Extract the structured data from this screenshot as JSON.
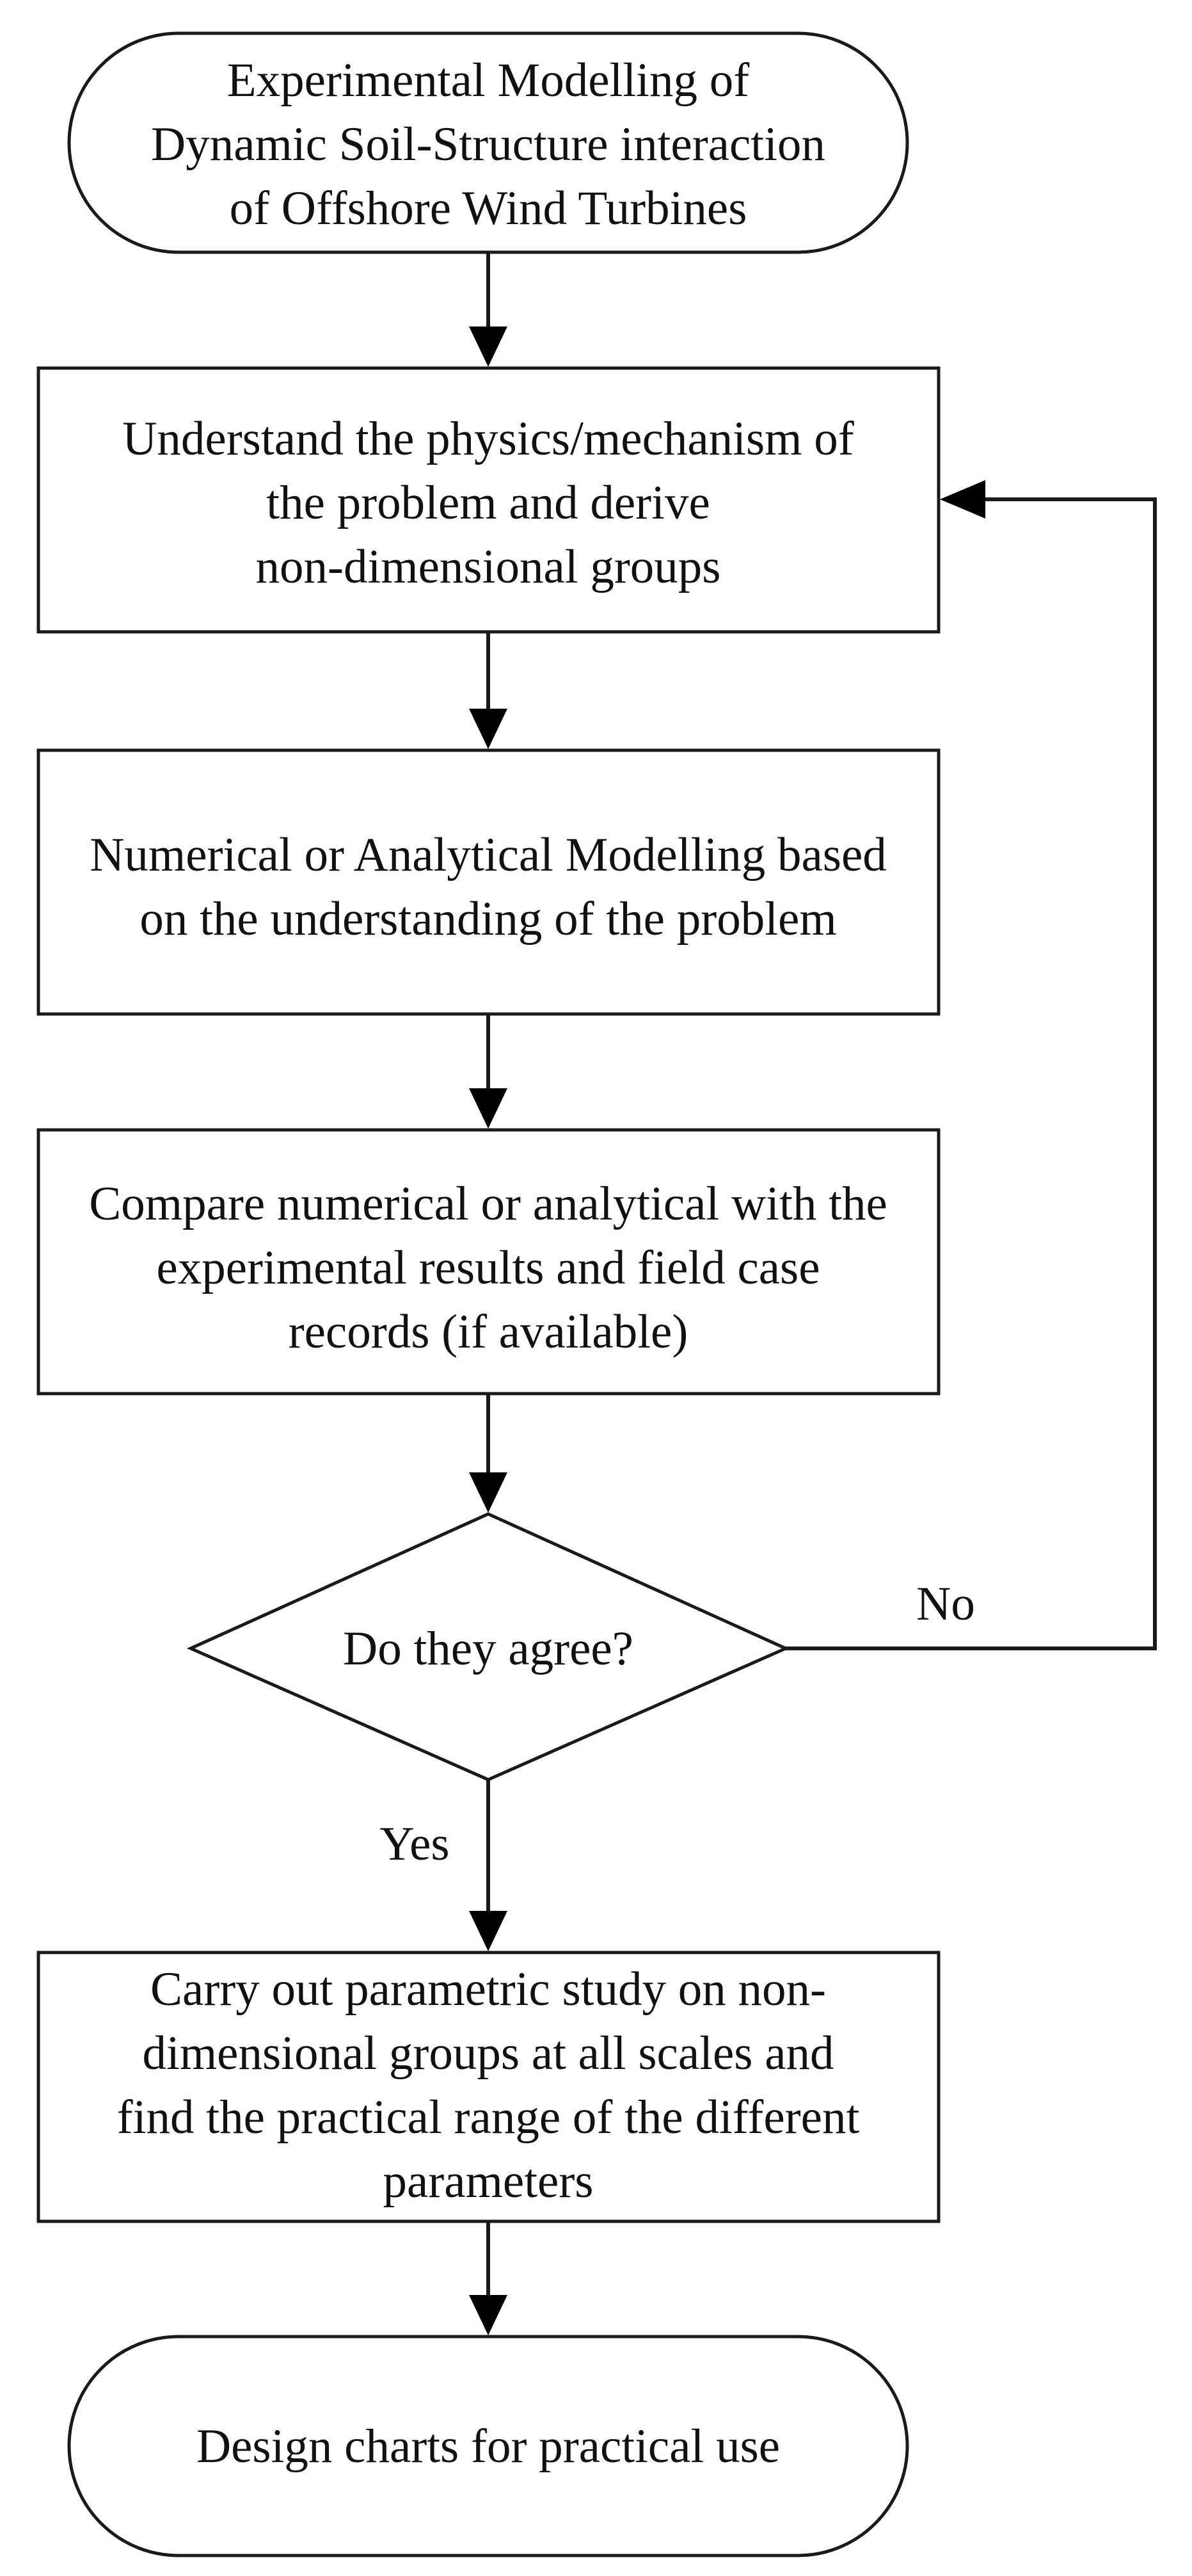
{
  "nodes": {
    "start": {
      "shape": "terminal",
      "lines": [
        "Experimental Modelling of",
        "Dynamic Soil-Structure interaction",
        "of Offshore Wind Turbines"
      ]
    },
    "understand": {
      "shape": "process",
      "lines": [
        "Understand the physics/mechanism of",
        "the problem and derive",
        "non-dimensional groups"
      ]
    },
    "modelling": {
      "shape": "process",
      "lines": [
        "Numerical or Analytical Modelling based",
        "on the understanding of the problem"
      ]
    },
    "compare": {
      "shape": "process",
      "lines": [
        "Compare numerical or analytical with the",
        "experimental results and field case",
        "records (if available)"
      ]
    },
    "decision": {
      "shape": "decision",
      "lines": [
        "Do they agree?"
      ]
    },
    "parametric": {
      "shape": "process",
      "lines": [
        "Carry out parametric study on non-",
        "dimensional groups at all scales and",
        "find the practical range of the different",
        "parameters"
      ]
    },
    "end": {
      "shape": "terminal",
      "lines": [
        "Design charts for practical use"
      ]
    }
  },
  "edges": {
    "no_label": "No",
    "yes_label": "Yes"
  },
  "colors": {
    "stroke": "#1a1a1a",
    "text": "#111111",
    "background": "#ffffff"
  }
}
